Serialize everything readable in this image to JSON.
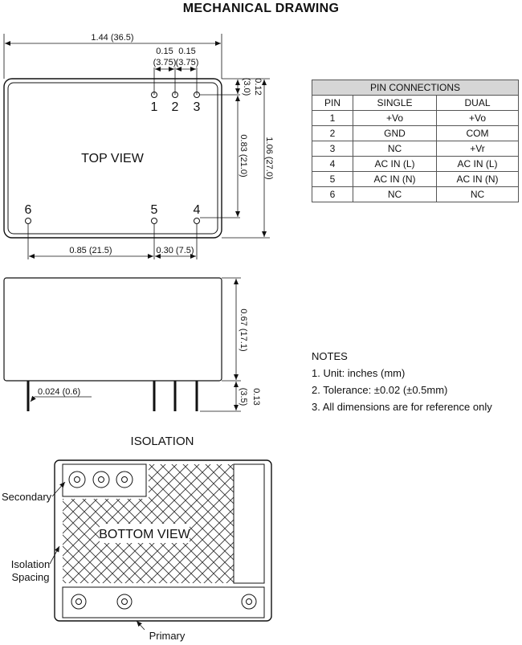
{
  "title": "MECHANICAL DRAWING",
  "top_view": {
    "label": "TOP VIEW",
    "dims": {
      "width": "1.44 (36.5)",
      "pitch_inch_a": "0.15",
      "pitch_inch_b": "0.15",
      "pitch_mm_a": "(3.75)",
      "pitch_mm_b": "(3.75)",
      "top_offset_inch": "0.12",
      "top_offset_mm": "(3.0)",
      "pin_row_spacing": "0.83 (21.0)",
      "height": "1.06 (27.0)",
      "pin6_to_pin5": "0.85 (21.5)",
      "pin5_to_pin4": "0.30 (7.5)"
    },
    "pin_numbers": [
      "1",
      "2",
      "3",
      "6",
      "5",
      "4"
    ]
  },
  "side_view": {
    "dims": {
      "body_height": "0.67 (17.1)",
      "pin_dia": "0.024 (0.6)",
      "pin_len_inch": "0.13",
      "pin_len_mm": "(3.5)"
    }
  },
  "pin_table": {
    "title": "PIN CONNECTIONS",
    "columns": [
      "PIN",
      "SINGLE",
      "DUAL"
    ],
    "rows": [
      [
        "1",
        "+Vo",
        "+Vo"
      ],
      [
        "2",
        "GND",
        "COM"
      ],
      [
        "3",
        "NC",
        "+Vr"
      ],
      [
        "4",
        "AC IN (L)",
        "AC IN (L)"
      ],
      [
        "5",
        "AC IN (N)",
        "AC IN (N)"
      ],
      [
        "6",
        "NC",
        "NC"
      ]
    ]
  },
  "notes": {
    "heading": "NOTES",
    "items": [
      "1. Unit: inches (mm)",
      "2. Tolerance: ±0.02 (±0.5mm)",
      "3. All dimensions are for reference only"
    ]
  },
  "isolation": {
    "title": "ISOLATION",
    "view_label": "BOTTOM VIEW",
    "secondary_label": "Secondary",
    "spacing_label_line1": "Isolation",
    "spacing_label_line2": "Spacing",
    "primary_label": "Primary"
  }
}
